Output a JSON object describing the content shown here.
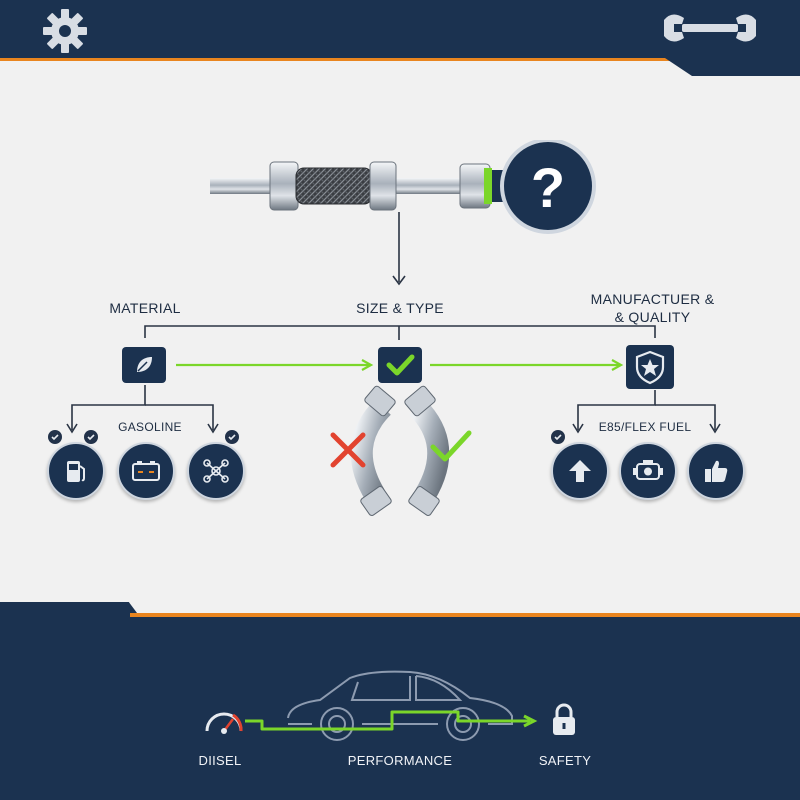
{
  "labels": {
    "material": "MATERIAL",
    "size_type": "SIZE & TYPE",
    "manufacturer": "MANUFACTUER &\n& QUALITY",
    "gasoline": "GASOLINE",
    "e85": "E85/FLEX FUEL",
    "diesel": "DIISEL",
    "performance": "PERFORMANCE",
    "safety": "SAFETY"
  },
  "question_mark": "?",
  "colors": {
    "navy": "#1b3250",
    "orange": "#e9851f",
    "green": "#7bd62a",
    "red": "#e2432f",
    "background": "#f1f1f1"
  },
  "icons": {
    "header_left": "gear-icon",
    "header_right": "wrench-icon",
    "material": "leaf-icon",
    "size_type": "checkmark-icon",
    "manufacturer": "shield-star-icon",
    "gasoline_group": [
      "fuel-pump-icon",
      "battery-icon",
      "molecule-icon"
    ],
    "e85_group": [
      "arrow-up-icon",
      "engine-icon",
      "thumbs-up-icon"
    ],
    "bottom": [
      "speedometer-icon",
      "car-icon",
      "padlock-icon"
    ]
  }
}
